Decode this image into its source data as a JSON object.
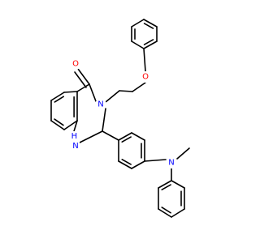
{
  "atoms": {
    "carbonyl_oxygen": "O",
    "ether_oxygen": "O",
    "ring_nitrogen": "N",
    "amine_nitrogen": "N",
    "nh_group": "H\nN"
  },
  "colors": {
    "bond": "#000000",
    "oxygen": "#ff0000",
    "nitrogen": "#0000ff",
    "background": "#ffffff"
  }
}
